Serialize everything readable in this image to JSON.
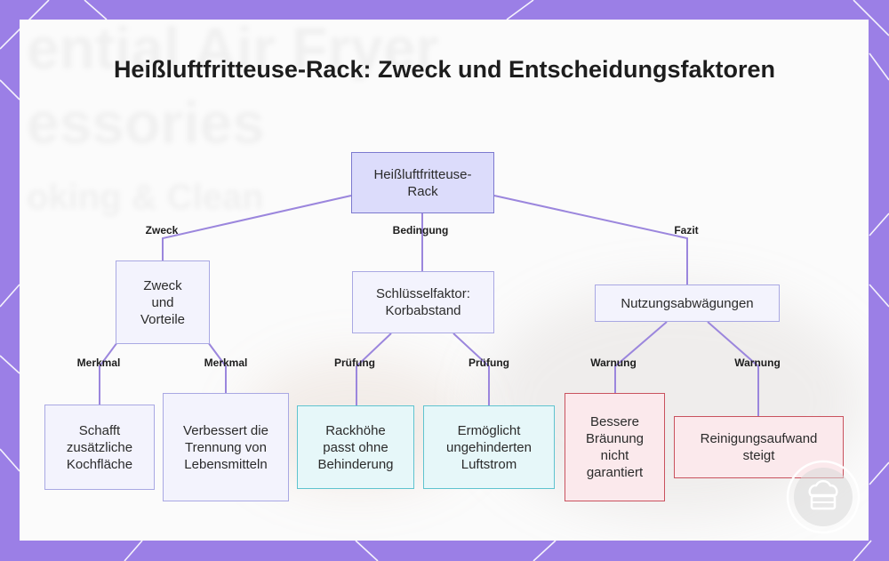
{
  "title": "Heißluftfritteuse-Rack: Zweck und Entscheidungsfaktoren",
  "colors": {
    "frame": "#9b7fe6",
    "edge": "#9b86dd",
    "root_fill": "#dcdcfb",
    "cyan_border": "#5fc3cf",
    "red_border": "#c9525e"
  },
  "nodes": {
    "root": "Heißluftfritteuse-Rack",
    "zweck": "Zweck und Vorteile",
    "schluessel": "Schlüsselfaktor: Korbabstand",
    "nutzung": "Nutzungsabwägungen",
    "schafft": "Schafft zusätzliche Kochfläche",
    "verbessert": "Verbessert die Trennung von Lebensmitteln",
    "rackhoehe": "Rackhöhe passt ohne Behinderung",
    "luftstrom": "Ermöglicht ungehinderten Luftstrom",
    "braeunung": "Bessere Bräunung nicht garantiert",
    "reinigung": "Reinigungsaufwand steigt"
  },
  "edges": {
    "zweck": "Zweck",
    "bedingung": "Bedingung",
    "fazit": "Fazit",
    "merkmal_1": "Merkmal",
    "merkmal_2": "Merkmal",
    "pruefung_1": "Prüfung",
    "pruefung_2": "Prüfung",
    "warnung_1": "Warnung",
    "warnung_2": "Warnung"
  },
  "background_text": [
    "ential Air Fryer",
    "essories",
    "oking & Clean"
  ],
  "logo_icon": "chef-hat-logo-icon"
}
